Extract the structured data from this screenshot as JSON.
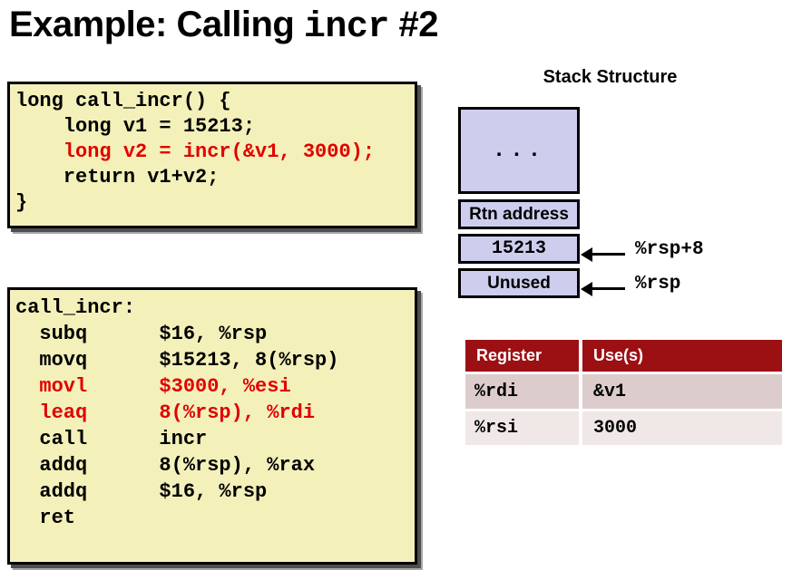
{
  "title": {
    "prefix": "Example: Calling ",
    "mono": "incr",
    "suffix": " #2"
  },
  "code_block_c": {
    "lines": [
      {
        "text": "long call_incr() {",
        "color": "black"
      },
      {
        "text": "    long v1 = 15213;",
        "color": "black"
      },
      {
        "text": "    long v2 = incr(&v1, 3000);",
        "color": "red"
      },
      {
        "text": "    return v1+v2;",
        "color": "black"
      },
      {
        "text": "}",
        "color": "black"
      }
    ]
  },
  "code_block_asm": {
    "lines": [
      {
        "text": "call_incr:",
        "color": "black"
      },
      {
        "text": "  subq      $16, %rsp",
        "color": "black"
      },
      {
        "text": "  movq      $15213, 8(%rsp)",
        "color": "black"
      },
      {
        "text": "  movl      $3000, %esi",
        "color": "red"
      },
      {
        "text": "  leaq      8(%rsp), %rdi",
        "color": "red"
      },
      {
        "text": "  call      incr",
        "color": "black"
      },
      {
        "text": "  addq      8(%rsp), %rax",
        "color": "black"
      },
      {
        "text": "  addq      $16, %rsp",
        "color": "black"
      },
      {
        "text": "  ret",
        "color": "black"
      }
    ]
  },
  "stack": {
    "title": "Stack Structure",
    "cells": [
      {
        "label": "..."
      },
      {
        "label": "Rtn address"
      },
      {
        "label": "15213"
      },
      {
        "label": "Unused"
      }
    ],
    "pointers": [
      {
        "label": "%rsp+8"
      },
      {
        "label": "%rsp"
      }
    ]
  },
  "register_table": {
    "headers": [
      "Register",
      "Use(s)"
    ],
    "rows": [
      {
        "register": "%rdi",
        "use": "&v1"
      },
      {
        "register": "%rsi",
        "use": "3000"
      }
    ]
  },
  "colors": {
    "code_box_bg": "#f4f0ba",
    "code_red": "#e00000",
    "stack_cell_bg": "#cdcdee",
    "table_header_bg": "#9c1014",
    "table_row1_bg": "#dccccc",
    "table_row2_bg": "#f0e7e7"
  }
}
